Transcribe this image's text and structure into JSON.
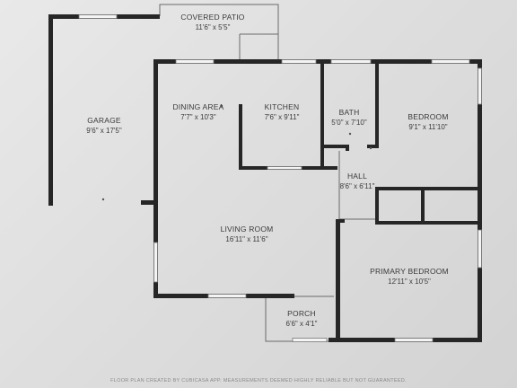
{
  "rooms": {
    "covered_patio": {
      "name": "COVERED PATIO",
      "dims": "11'6\" x 5'5\""
    },
    "garage": {
      "name": "GARAGE",
      "dims": "9'6\" x 17'5\""
    },
    "dining_area": {
      "name": "DINING AREA",
      "dims": "7'7\" x 10'3\""
    },
    "kitchen": {
      "name": "KITCHEN",
      "dims": "7'6\" x 9'11\""
    },
    "bath": {
      "name": "BATH",
      "dims": "5'0\" x 7'10\""
    },
    "bedroom": {
      "name": "BEDROOM",
      "dims": "9'1\" x 11'10\""
    },
    "hall": {
      "name": "HALL",
      "dims": "8'6\" x 6'11\""
    },
    "living_room": {
      "name": "LIVING ROOM",
      "dims": "16'11\" x 11'6\""
    },
    "primary_bedroom": {
      "name": "PRIMARY BEDROOM",
      "dims": "12'11\" x 10'5\""
    },
    "porch": {
      "name": "PORCH",
      "dims": "6'6\" x 4'1\""
    }
  },
  "footer": {
    "text": "FLOOR PLAN CREATED BY CUBICASA APP. MEASUREMENTS DEEMED HIGHLY RELIABLE BUT NOT GUARANTEED."
  },
  "colors": {
    "background": "#e2e2e2",
    "wall": "#262626",
    "text": "#3a3a3a"
  }
}
